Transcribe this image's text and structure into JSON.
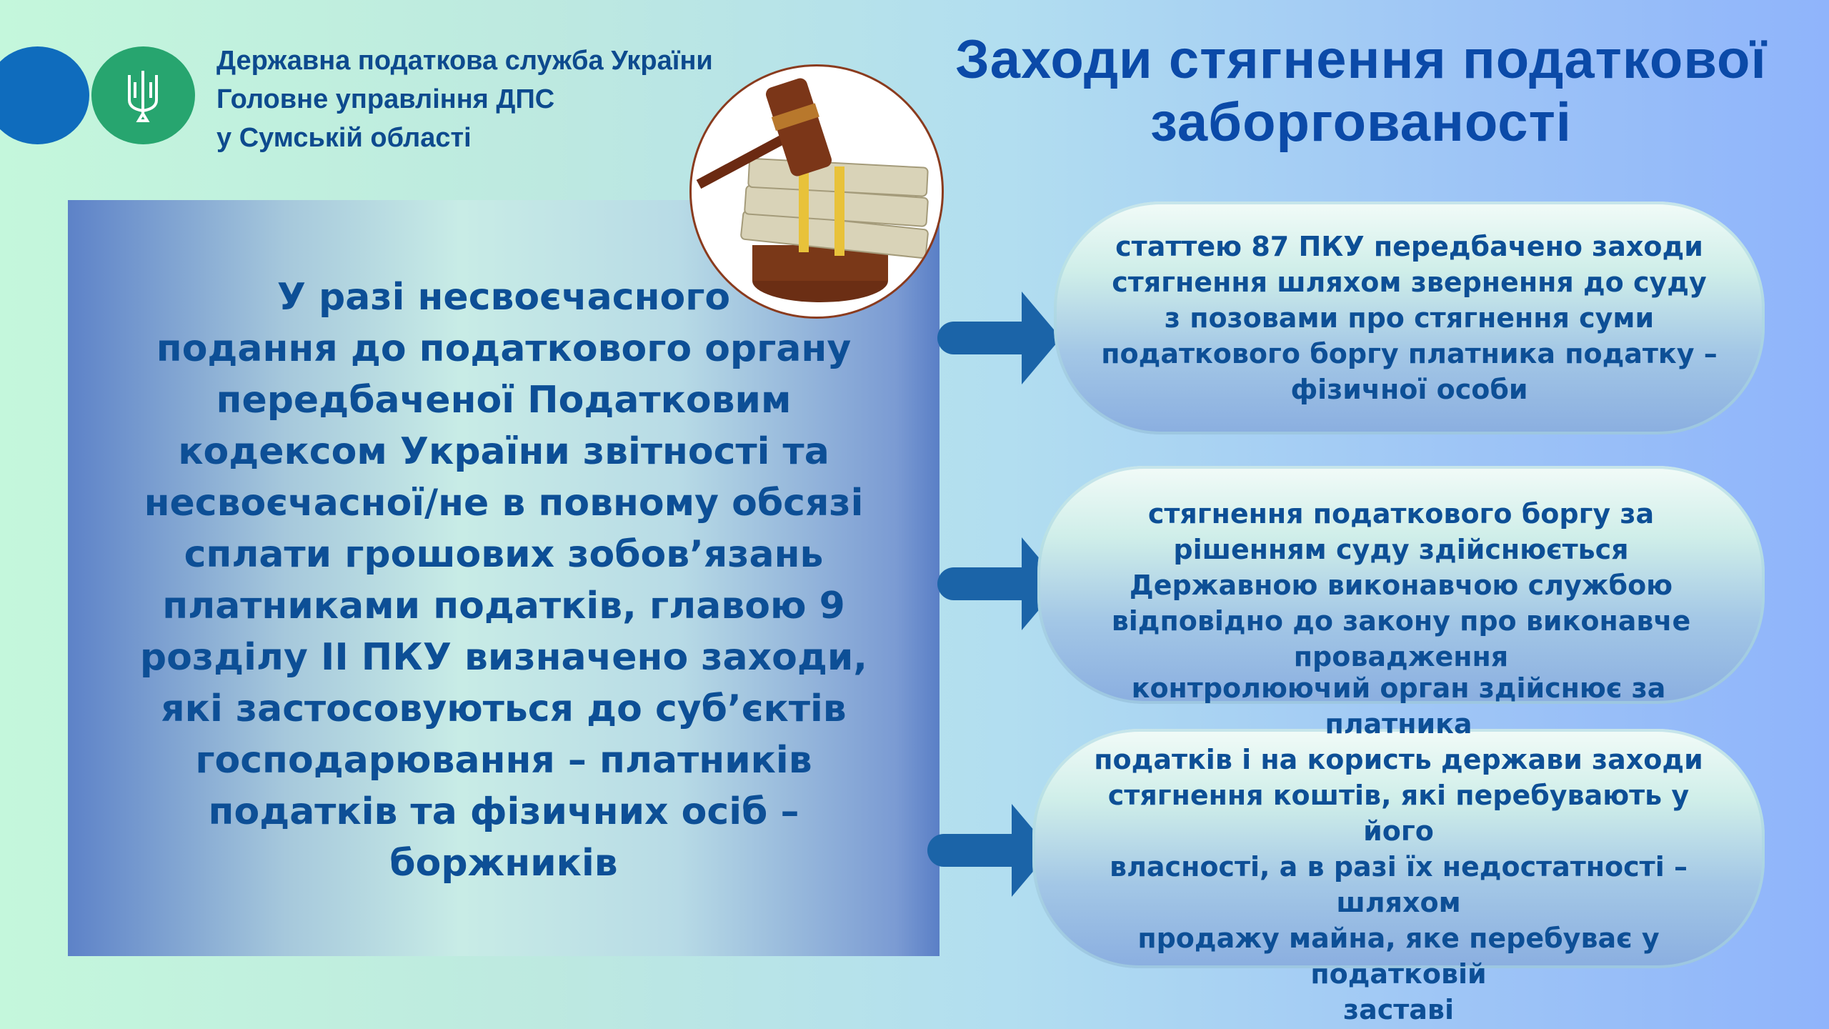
{
  "header": {
    "org_lines": [
      "Державна податкова служба України",
      "Головне управління ДПС",
      "у Сумській області"
    ],
    "title_lines": [
      "Заходи стягнення податкової",
      "заборгованості"
    ]
  },
  "main": {
    "text_lines": [
      "У разі несвоєчасного",
      "подання  до податкового органу",
      "передбаченої Податковим",
      "кодексом України звітності та",
      "несвоєчасної/не в повному обсязі",
      "сплати грошових зобов’язань",
      "платниками податків, главою 9",
      "розділу ІІ ПКУ визначено заходи,",
      "які застосовуються до суб’єктів",
      "господарювання – платників",
      "податків та фізичних осіб –",
      "боржників"
    ]
  },
  "cards": [
    {
      "lines": [
        "статтею 87 ПКУ передбачено заходи",
        "стягнення шляхом звернення до суду",
        "з позовами про стягнення суми",
        "податкового боргу платника податку –",
        "фізичної особи"
      ]
    },
    {
      "lines": [
        "стягнення податкового боргу за",
        "рішенням  суду  здійснюється",
        "Державною виконавчою службою",
        "відповідно до закону про виконавче",
        "провадження"
      ]
    },
    {
      "lines": [
        "контролюючий орган здійснює за платника",
        "податків і на користь держави заходи",
        "стягнення коштів, які перебувають у його",
        "власності, а в разі їх недостатності – шляхом",
        "продажу майна, яке перебуває у податковій",
        "заставі"
      ]
    }
  ],
  "colors": {
    "text": "#0d4f96",
    "arrow": "#1b64a8",
    "logo_blue": "#0f6cbd",
    "logo_green": "#27a56f"
  }
}
